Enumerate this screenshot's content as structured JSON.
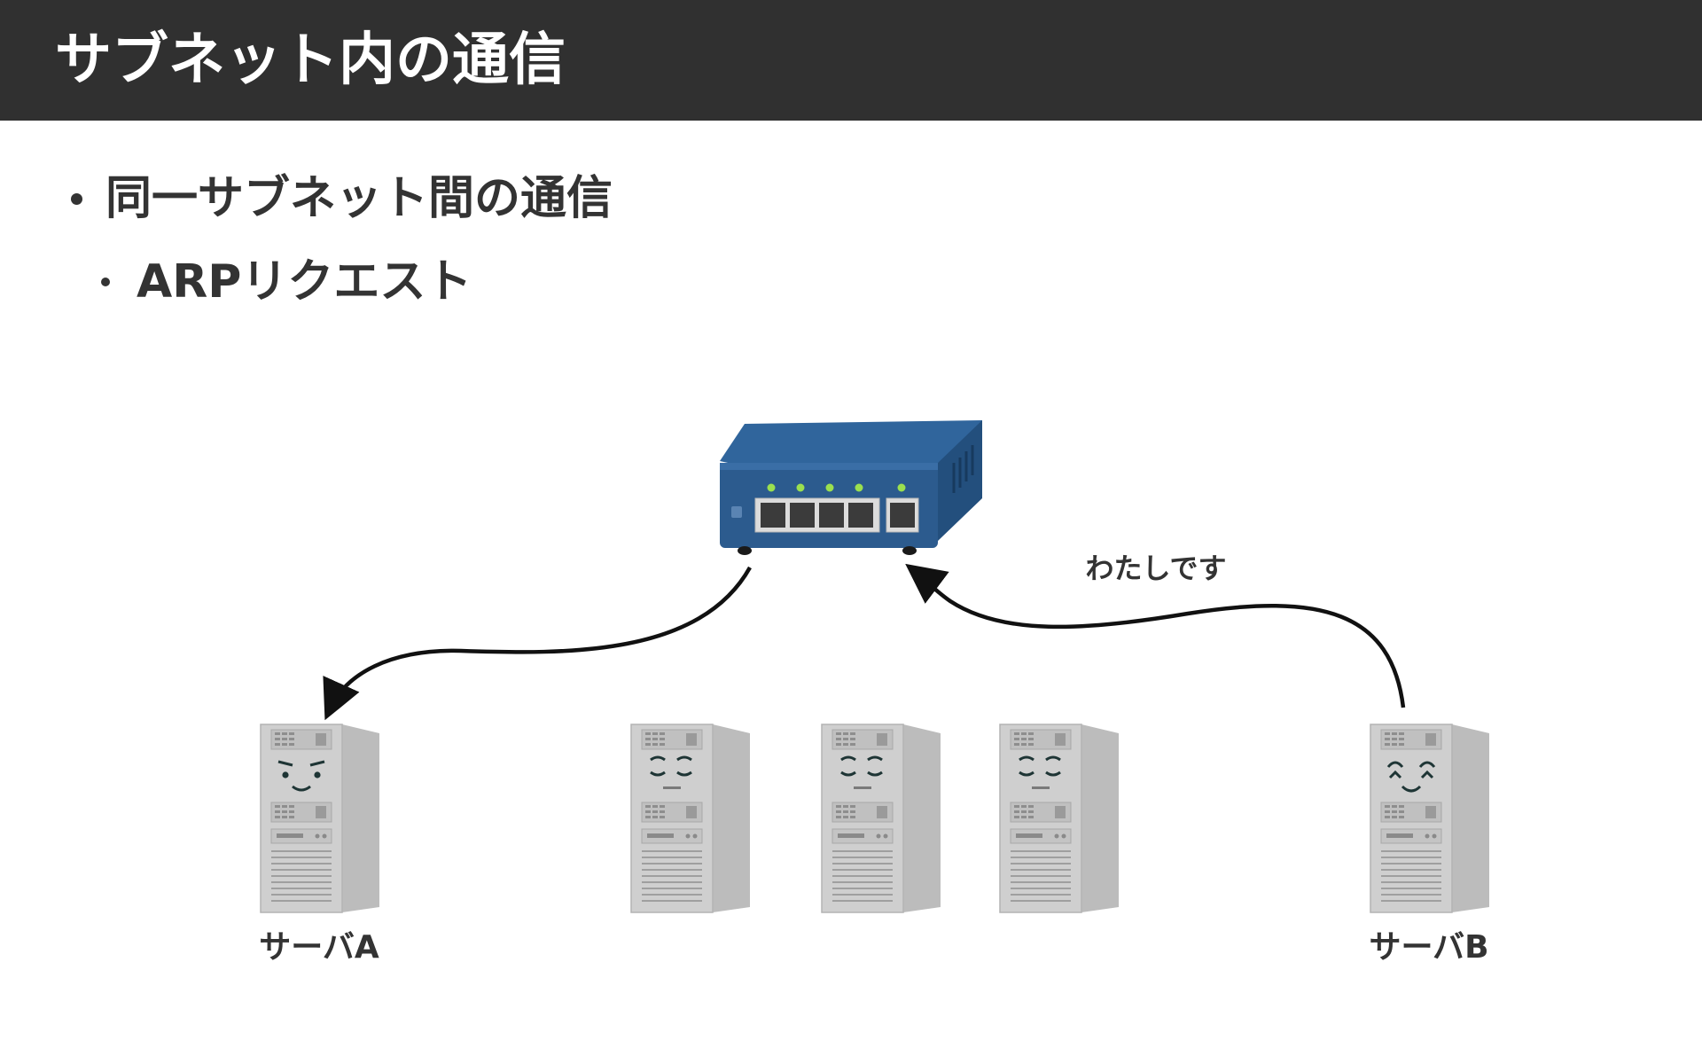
{
  "title": "サブネット内の通信",
  "bullets": [
    {
      "text": "同一サブネット間の通信",
      "level": 1
    },
    {
      "text": "ARPリクエスト",
      "level": 2
    }
  ],
  "diagram": {
    "reply_label": "わたしです",
    "server_a_label": "サーバA",
    "server_b_label": "サーバB"
  },
  "colors": {
    "title_bar": "#303030",
    "text": "#333333",
    "switch_body": "#2c5b8e",
    "server_body": "#c8c8c8"
  },
  "icons": [
    "network-switch-icon",
    "server-icon"
  ]
}
